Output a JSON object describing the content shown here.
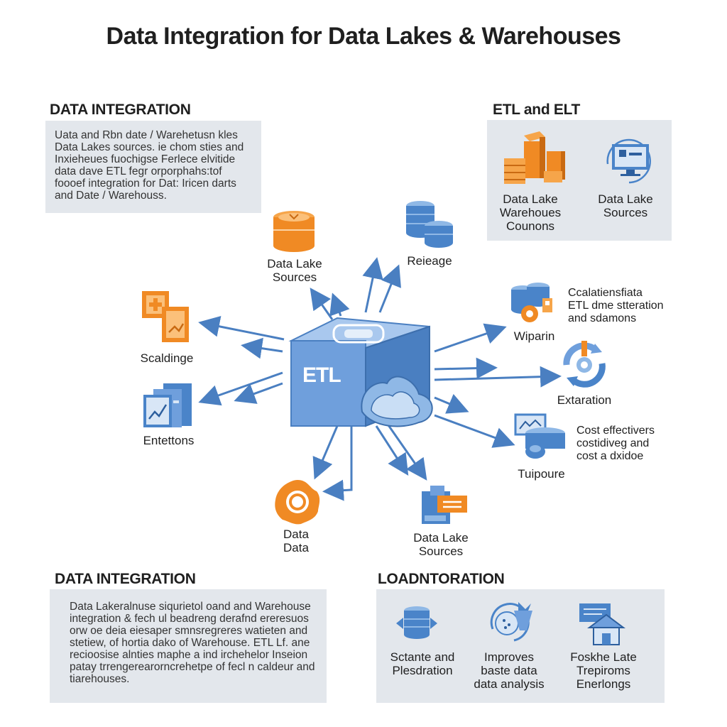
{
  "title": "Data Integration for Data Lakes & Warehouses",
  "colors": {
    "blue": "#4a84c9",
    "light_blue": "#8fb8e6",
    "orange": "#f08a24",
    "panel": "#e3e7ec",
    "arrow": "#4a7fc1"
  },
  "top_left": {
    "heading": "DATA INTEGRATION",
    "text": "Uata and Rbn date / Warehetusn kles\nData Lakes sources. ie chom sties and\nInxieheues fuochigse Ferlece elvitide\ndata dave ETL fegr orporphahs:tof\nfoooef integration for Dat: Iricen darts\nand Date / Warehouss."
  },
  "top_right": {
    "heading": "ETL and ELT",
    "items": [
      {
        "icon": "warehouse-boxes-icon",
        "label": "Data Lake\nWarehoues\nCounons"
      },
      {
        "icon": "monitor-cycle-icon",
        "label": "Data Lake\nSources"
      }
    ]
  },
  "center": {
    "label": "ETL",
    "icon": "etl-cube-icon"
  },
  "nodes": [
    {
      "key": "data-lake-sources-top",
      "icon": "database-orange-icon",
      "label": "Data Lake\nSources"
    },
    {
      "key": "reieage",
      "icon": "database-stack-icon",
      "label": "Reieage"
    },
    {
      "key": "scaldinge",
      "icon": "orange-blocks-icon",
      "label": "Scaldinge"
    },
    {
      "key": "entettons",
      "icon": "chart-cards-icon",
      "label": "Entettons"
    },
    {
      "key": "wiparin",
      "icon": "database-gear-icon",
      "label": "Wiparin"
    },
    {
      "key": "extaration",
      "icon": "cycle-gear-icon",
      "label": "Extaration"
    },
    {
      "key": "tuipoure",
      "icon": "monitor-database-icon",
      "label": "Tuipoure"
    },
    {
      "key": "data-data",
      "icon": "orange-ring-icon",
      "label": "Data\nData"
    },
    {
      "key": "data-lake-sources-bottom",
      "icon": "document-stack-icon",
      "label": "Data Lake\nSources"
    }
  ],
  "side_notes": {
    "wiparin_note": "Ccalatiensfiata\nETL dme stteration\nand sdamons",
    "tuipoure_note": "Cost effectivers\ncostidiveg and\ncost a dxidoe"
  },
  "bottom_left": {
    "heading": "DATA INTEGRATION",
    "text": "Data Lakeralnuse siqurietol oand and Warehouse\nintegration & fech ul beadreng derafnd ereresuos\norw oe deia eiesaper smnsregreres watieten and\nstetiew, of hortia dako of Warehouse. ETL Lf. ane\nrecioosise alnties maphe a ind irchehelor Inseion\npatay trrengerearorncrehetpe of fecl n caldeur and\ntiarehouses."
  },
  "bottom_right": {
    "heading": "LOADNTORATION",
    "items": [
      {
        "icon": "cylinder-arrows-icon",
        "label": "Sctante and\nPlesdration"
      },
      {
        "icon": "analysis-cup-icon",
        "label": "Improves\nbaste data\ndata analysis"
      },
      {
        "icon": "house-chart-icon",
        "label": "Foskhe Late\nTrepiroms\nEnerlongs"
      }
    ]
  }
}
